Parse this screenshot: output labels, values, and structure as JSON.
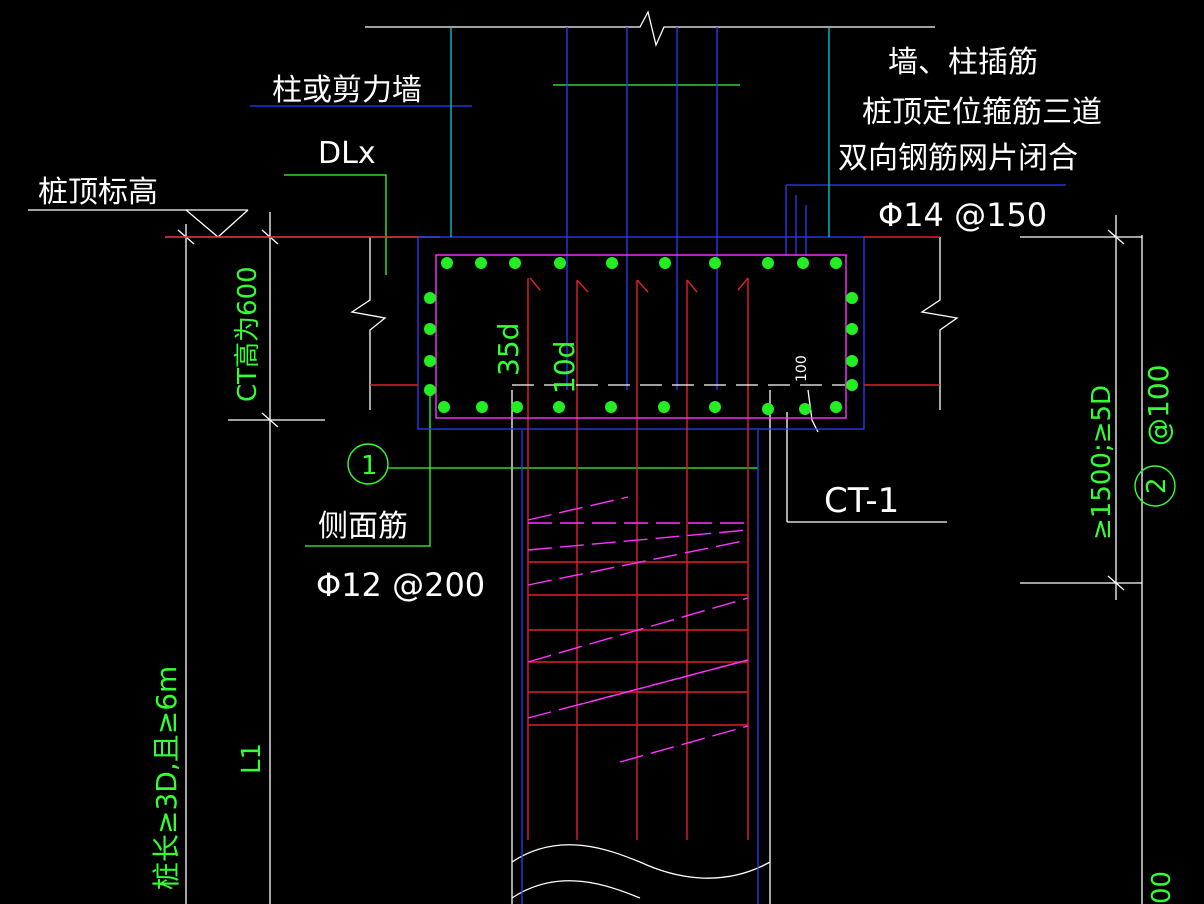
{
  "labels": {
    "column_or_shear_wall": "柱或剪力墙",
    "dlx": "DLx",
    "pile_top_elevation": "桩顶标高",
    "wall_column_dowels": "墙、柱插筋",
    "pile_top_stirrups": "桩顶定位箍筋三道",
    "two_way_mesh": "双向钢筋网片闭合",
    "top_rebar_spec": "Φ14 @150",
    "ct_height": "CT高为600",
    "anchor_35d": "35d",
    "hook_10d": "10d",
    "dim_100": "100",
    "callout_number": "1",
    "side_bar_label": "侧面筋",
    "side_bar_spec": "Φ12 @200",
    "cap_name": "CT-1",
    "dense_zone": "≥1500;≥5D",
    "stirrup_callout": "2",
    "stirrup_spacing": "@100",
    "pile_length_rule": "桩长≥3D,且≥6m",
    "l1": "L1",
    "right_bottom": "00"
  },
  "colors": {
    "background": "#000000",
    "leader_white": "#ffffff",
    "annotation_green": "#33ff33",
    "rebar_red": "#e0202a",
    "outline_blue": "#2a3cff",
    "stirrup_magenta": "#ff33ff",
    "rebar_dot_green": "#22ee22",
    "cyan_line": "#00d0d0"
  }
}
